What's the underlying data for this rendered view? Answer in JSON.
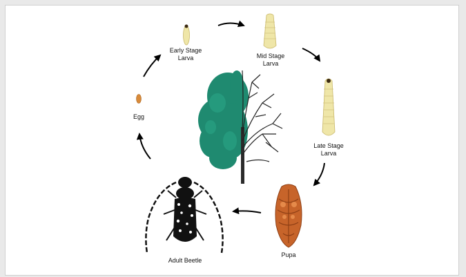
{
  "stages": {
    "egg": "Egg",
    "early_line1": "Early Stage",
    "early_line2": "Larva",
    "mid_line1": "Mid Stage",
    "mid_line2": "Larva",
    "late_line1": "Late Stage",
    "late_line2": "Larva",
    "pupa": "Pupa",
    "adult": "Adult Beetle"
  },
  "colors": {
    "larva": "#efe6a8",
    "egg": "#d88a3a",
    "pupa": "#c7642a",
    "foliage": "#1f8a70",
    "beetle": "#111111"
  },
  "icons": [
    "egg-icon",
    "larva-icon",
    "pupa-icon",
    "beetle-icon",
    "tree-icon",
    "cycle-arrow-icon"
  ]
}
